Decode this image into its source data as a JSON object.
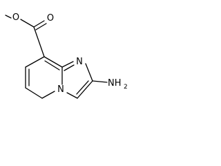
{
  "molecule": {
    "atoms": {
      "ester_o_methyl": "O",
      "carbonyl_o": "O",
      "ring_n_imine": "N",
      "ring_n_bridge": "N",
      "amino_group": "NH",
      "amino_subscript": "2"
    },
    "colors": {
      "bond": "#000000",
      "label": "#000000",
      "background": "#ffffff"
    }
  }
}
